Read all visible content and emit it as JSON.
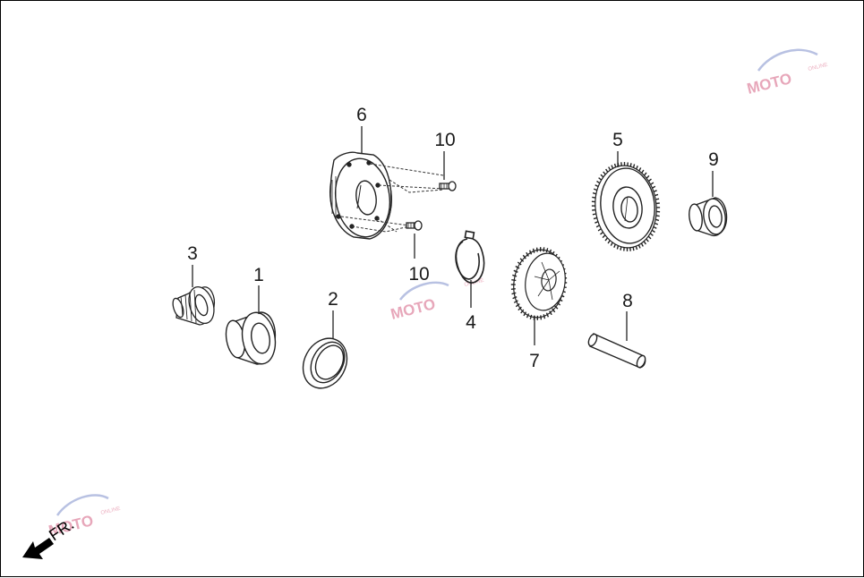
{
  "diagram": {
    "callouts": {
      "c1": "1",
      "c2": "2",
      "c3": "3",
      "c4": "4",
      "c5": "5",
      "c6": "6",
      "c7": "7",
      "c8": "8",
      "c9": "9",
      "c10a": "10",
      "c10b": "10"
    },
    "direction_label": "FR.",
    "watermark": {
      "logo_text": "MOTO",
      "logo_subtext": "ONLINE",
      "colors": {
        "primary": "#e08aa3",
        "secondary": "#9aa6d6"
      }
    },
    "line_color": "#222222"
  }
}
